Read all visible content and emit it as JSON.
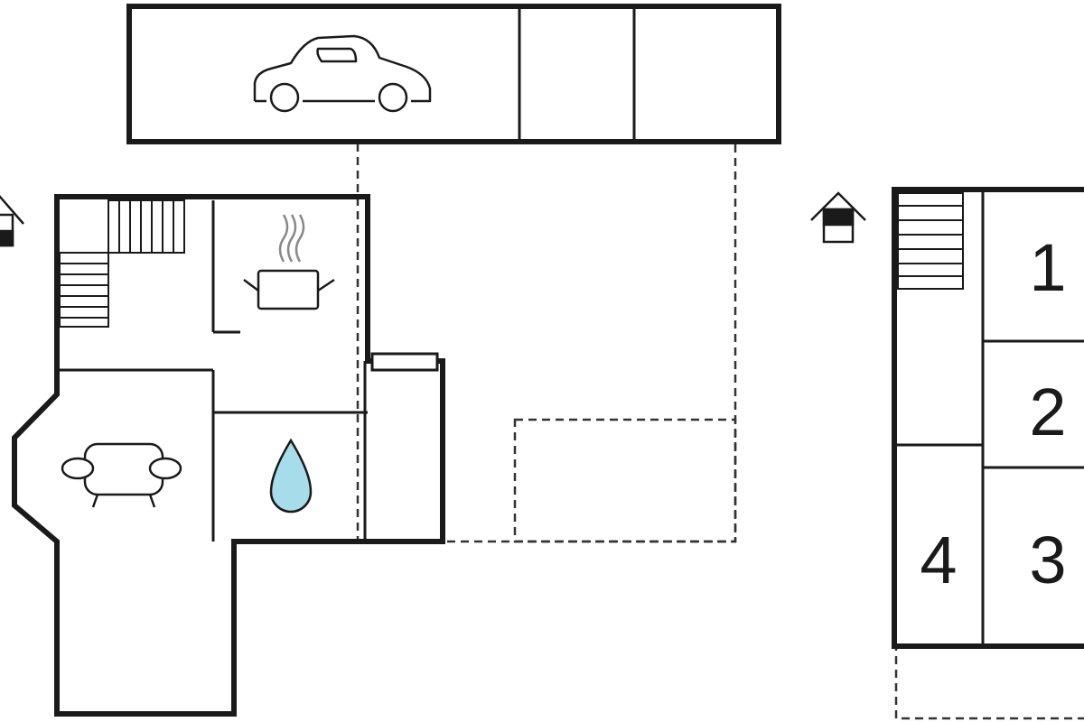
{
  "colors": {
    "wall": "#1a1a1a",
    "terrace": "#e9efef",
    "pool": "#c9d3d4",
    "water_drop": "#a7dcea"
  },
  "icons": [
    "car-icon",
    "house-icon",
    "stairs-icon",
    "cooking-pot-icon",
    "water-drop-icon",
    "sofa-icon"
  ],
  "upper_floor": {
    "rooms": [
      {
        "label": "1"
      },
      {
        "label": "2"
      },
      {
        "label": "3"
      },
      {
        "label": "4"
      }
    ]
  }
}
